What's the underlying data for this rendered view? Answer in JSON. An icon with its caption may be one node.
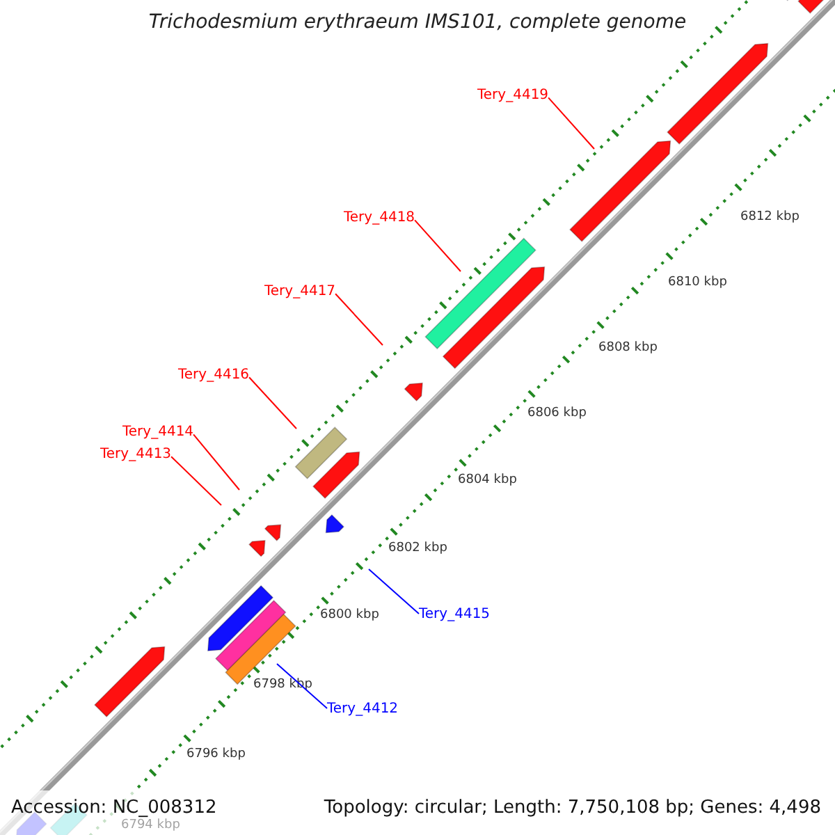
{
  "diagram": {
    "title": "Trichodesmium erythraeum IMS101, complete genome",
    "nodes": [
      {
        "text": [
          "Tery_4419"
        ]
      },
      {
        "text": [
          "Tery_4418"
        ]
      },
      {
        "text": [
          "Tery_4417"
        ]
      },
      {
        "text": [
          "Tery_4416"
        ]
      },
      {
        "text": [
          "Tery_4414"
        ]
      },
      {
        "text": [
          "Tery_4413"
        ]
      },
      {
        "text": [
          "Tery_4415"
        ]
      },
      {
        "text": [
          "Tery_4412"
        ]
      }
    ],
    "edges": [
      {
        "from": 0,
        "to": null,
        "arrow": "none"
      },
      {
        "from": 1,
        "to": null,
        "arrow": "none"
      },
      {
        "from": 2,
        "to": null,
        "arrow": "none"
      },
      {
        "from": 3,
        "to": null,
        "arrow": "none"
      },
      {
        "from": 4,
        "to": null,
        "arrow": "none"
      },
      {
        "from": 5,
        "to": null,
        "arrow": "none"
      },
      {
        "from": 6,
        "to": null,
        "arrow": "none",
        "color": "#0000ff"
      },
      {
        "from": 7,
        "to": null,
        "arrow": "none",
        "color": "#0000ff"
      }
    ],
    "labels": [
      "6812 kbp",
      "6810 kbp",
      "6808 kbp",
      "6806 kbp",
      "6804 kbp",
      "6802 kbp",
      "6800 kbp",
      "6798 kbp",
      "6796 kbp",
      "6794 kbp",
      "Accession: NC_008312",
      "Topology: circular; Length: 7,750,108 bp; Genes: 4,498"
    ]
  }
}
